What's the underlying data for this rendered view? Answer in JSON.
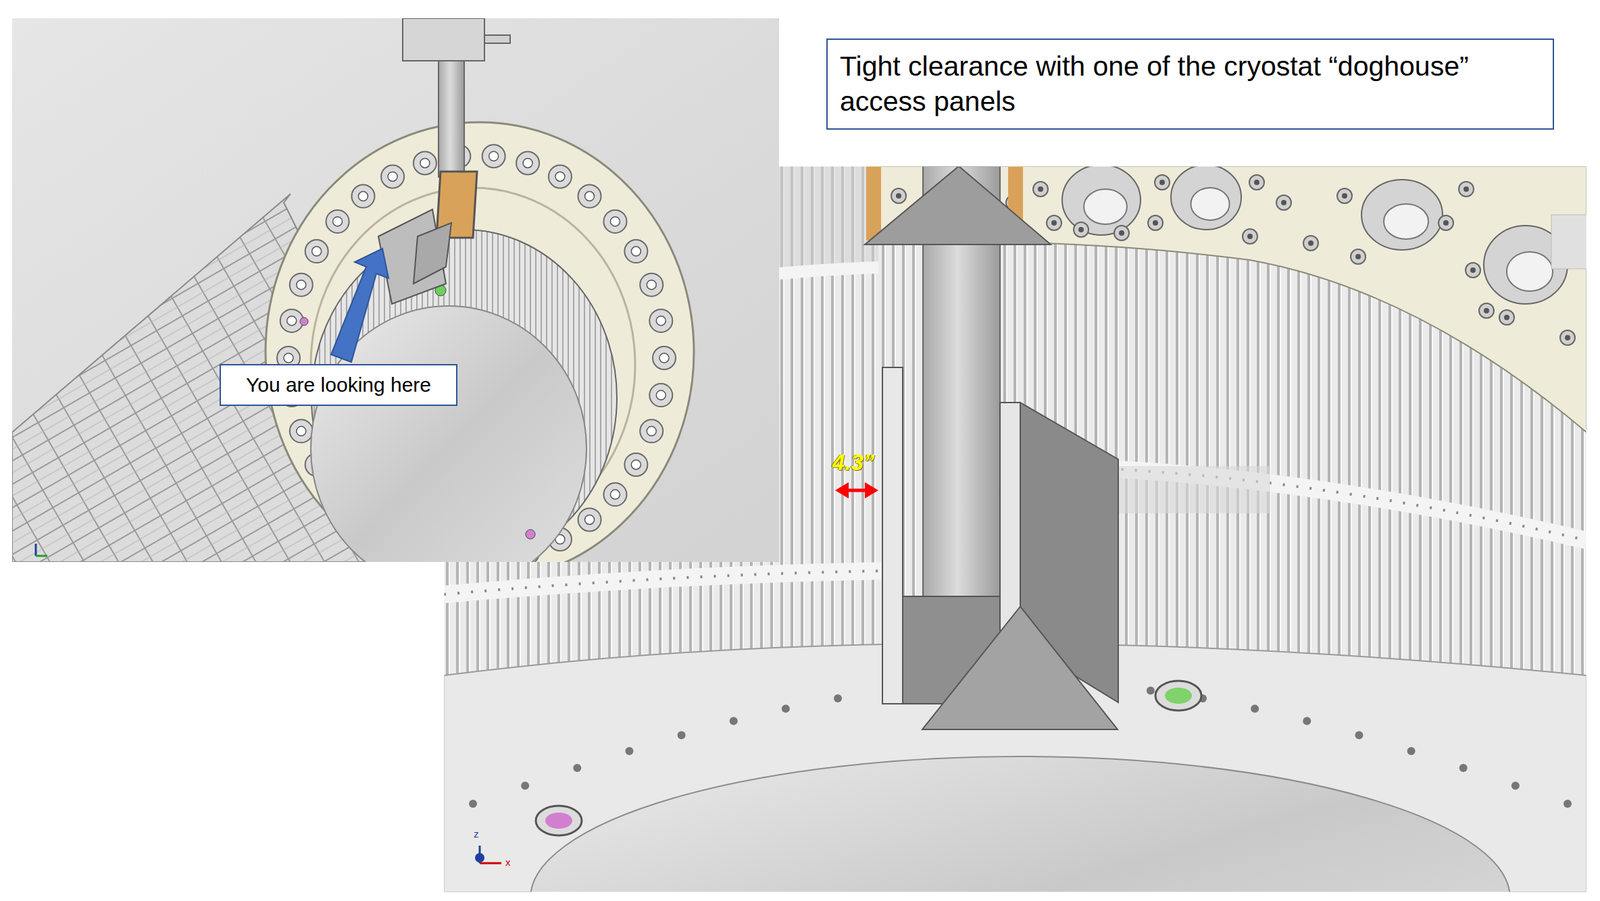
{
  "diagram": {
    "nodes": [
      {
        "text": [
          "Tight clearance with one of the cryostat “doghouse” access panels"
        ]
      },
      {
        "text": [
          "You are looking here"
        ]
      }
    ],
    "labels": [
      "4.3”",
      "z",
      "x"
    ]
  }
}
